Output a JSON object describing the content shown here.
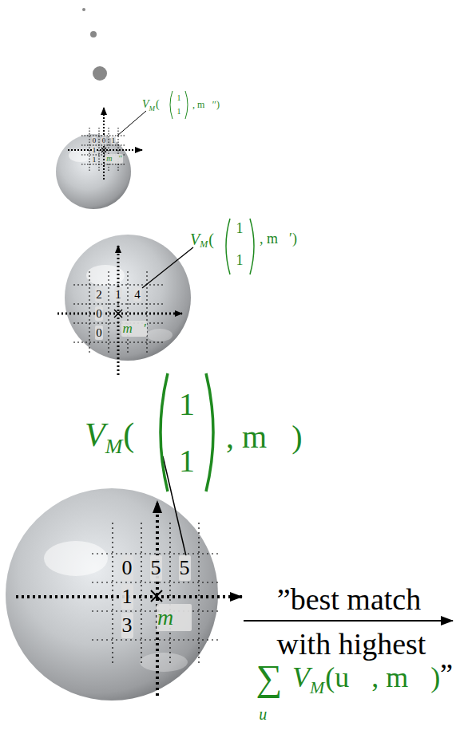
{
  "diagram": {
    "labels": [
      "V",
      "M",
      "(",
      "1",
      "1",
      ", m⃗′′)",
      "0",
      "0",
      "1",
      "1",
      "1",
      "m⃗′′",
      "V",
      "M",
      "(",
      "1",
      "1",
      ", m⃗′)",
      "2",
      "1",
      "4",
      "0",
      "0",
      "m⃗′",
      "V",
      "M",
      "(",
      "1",
      "1",
      ", m⃗)",
      "0",
      "5",
      "5",
      "1",
      "3",
      "m⃗",
      "”best match",
      "with highest",
      "∑",
      "u⃗",
      "V",
      "M",
      "(u⃗, m⃗)",
      "”"
    ]
  }
}
